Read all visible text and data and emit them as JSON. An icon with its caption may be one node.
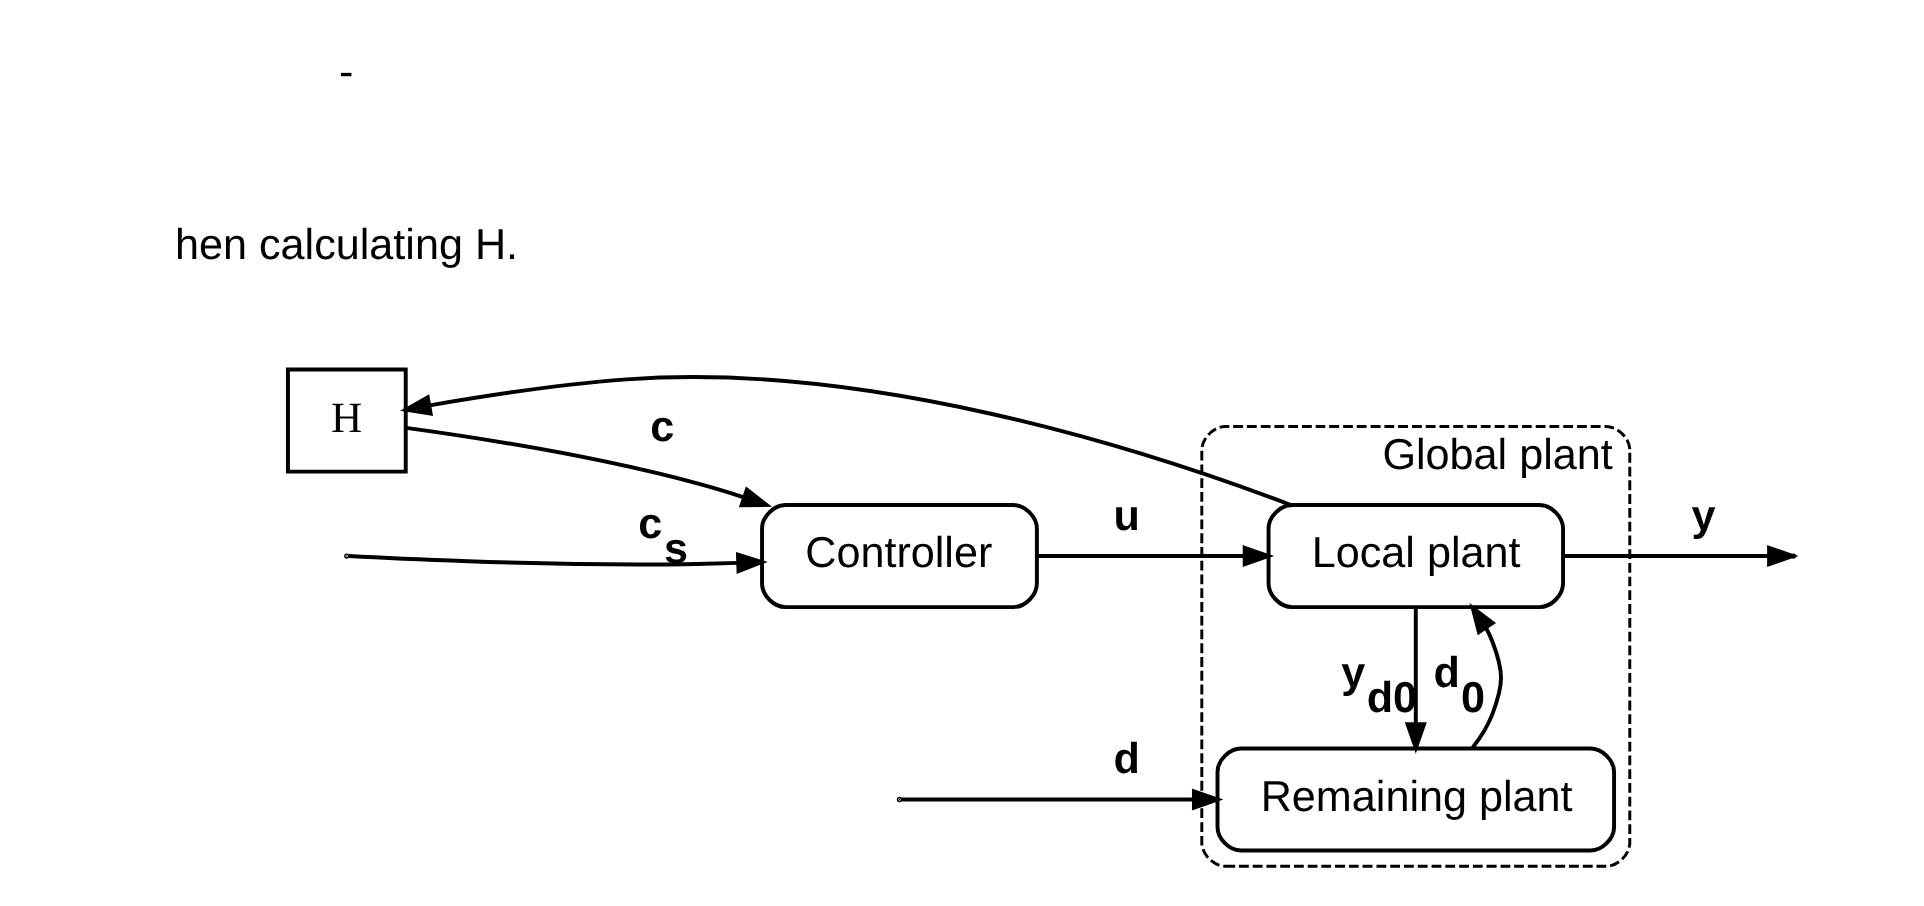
{
  "diagram": {
    "nodes": [
      {
        "text": [
          "Global plant"
        ]
      },
      {
        "text": [
          "Remaining plant"
        ],
        "in": 0
      },
      {
        "text": [
          "Local plant"
        ],
        "in": 0
      },
      {
        "text": [
          "Controller"
        ]
      },
      {
        "text": [
          "H"
        ]
      }
    ],
    "edges": [
      {
        "from": null,
        "to": 1,
        "arrow": "to",
        "label": "d"
      },
      {
        "from": null,
        "to": 3,
        "arrow": "to",
        "label": "c$_{s}$"
      },
      {
        "from": 3,
        "to": 2,
        "arrow": "to",
        "label": "u"
      },
      {
        "from": 1,
        "to": 2,
        "arrow": "to",
        "label": "d$_{0}$"
      },
      {
        "from": 2,
        "to": 1,
        "arrow": "to",
        "label": "y$_{d0}$"
      },
      {
        "from": 2,
        "to": null,
        "arrow": "to",
        "label": "y"
      },
      {
        "from": 2,
        "to": 4,
        "arrow": "to"
      },
      {
        "from": 4,
        "to": 3,
        "arrow": "to",
        "label": "c"
      }
    ],
    "labels": [
      "hen calculating H.",
      "-"
    ]
  }
}
